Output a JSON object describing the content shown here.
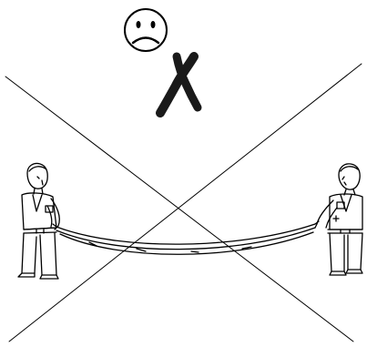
{
  "illustration": {
    "icons": {
      "face": "frowning-face-icon",
      "mark": "cross-mark-icon",
      "prohibition": "large-x-strike-icon"
    },
    "figures": [
      "person-left",
      "person-right"
    ],
    "object": "sagging-stretcher",
    "colors": {
      "ink": "#000000",
      "bold_mark": "#1a1a1a",
      "background": "#ffffff"
    }
  }
}
